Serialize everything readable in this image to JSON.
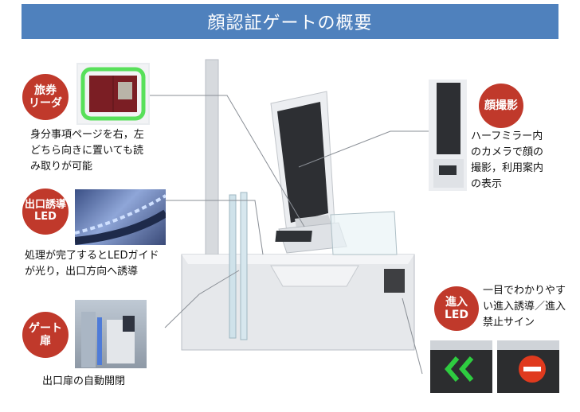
{
  "title": "顔認証ゲートの概要",
  "features": {
    "passport_reader": {
      "badge_line1": "旅券",
      "badge_line2": "リーダ",
      "description_lines": [
        "身分事項ページを右，左",
        "どちら向きに置いても読",
        "み取りが可能"
      ]
    },
    "exit_led": {
      "badge_line1": "出口誘導",
      "badge_line2": "LED",
      "description_lines": [
        "処理が完了するとLEDガイド",
        "が光り，出口方向へ誘導"
      ]
    },
    "gate_door": {
      "badge_line1": "ゲート",
      "badge_line2": "扉",
      "description_lines": [
        "出口扉の自動開閉"
      ]
    },
    "face_capture": {
      "badge_line1": "顔撮影",
      "description_lines": [
        "ハーフミラー内",
        "のカメラで顔の",
        "撮影，利用案内",
        "の表示"
      ]
    },
    "entry_led": {
      "badge_line1": "進入",
      "badge_line2": "LED",
      "description_lines": [
        "一目でわかりやす",
        "い進入誘導／進入",
        "禁止サイン"
      ]
    }
  },
  "colors": {
    "banner": "#4f81bd",
    "badge": "#c0392b",
    "led_green": "#2ecc40",
    "led_red": "#e03a1e"
  }
}
